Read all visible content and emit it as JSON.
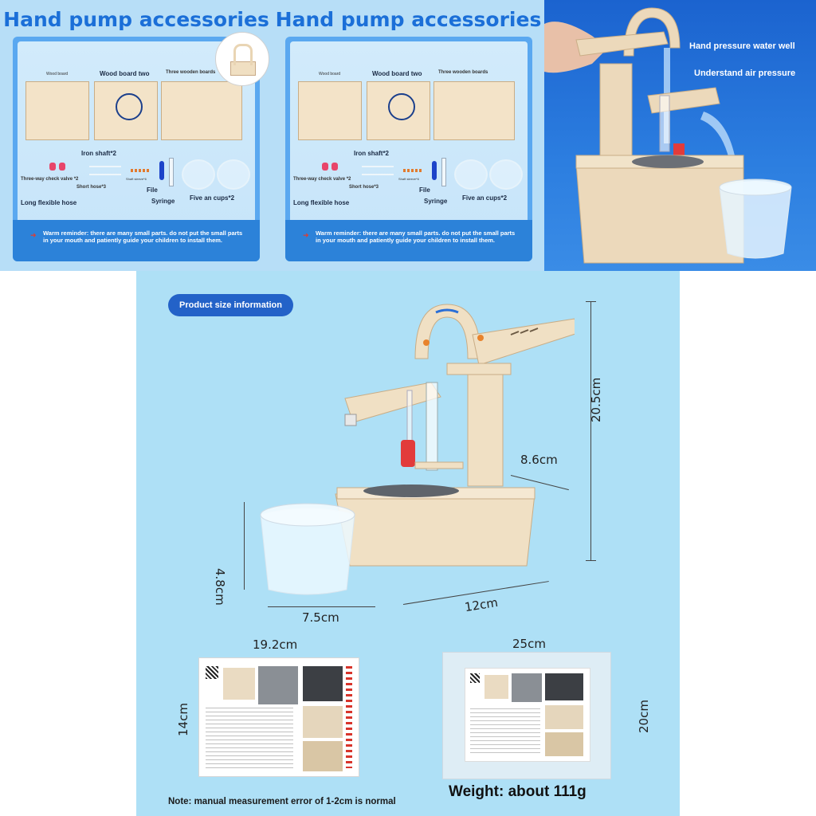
{
  "panels": [
    {
      "title": "Hand pump accessories",
      "labels": {
        "wood_board_small": "Wood board",
        "wood_board_two": "Wood board two",
        "three_wooden_boards": "Three wooden boards",
        "iron_shaft": "Iron shaft*2",
        "three_way_valve": "Three-way check valve *2",
        "short_hose": "Short hose*3",
        "shaft_sleeve": "Shaft sleeve*6",
        "file": "File",
        "syringe": "Syringe",
        "long_hose": "Long flexible hose",
        "cups": "Five an cups*2"
      },
      "reminder": "Warm reminder: there are many small parts. do not put the small parts in your mouth and patiently guide your children to install them."
    },
    {
      "title": "Hand pump accessories",
      "labels": {
        "wood_board_small": "Wood board",
        "wood_board_two": "Wood board two",
        "three_wooden_boards": "Three wooden boards",
        "iron_shaft": "Iron shaft*2",
        "three_way_valve": "Three-way check valve *2",
        "short_hose": "Short hose*3",
        "shaft_sleeve": "Shaft sleeve*6",
        "file": "File",
        "syringe": "Syringe",
        "long_hose": "Long flexible hose",
        "cups": "Five an cups*2"
      },
      "reminder": "Warm reminder: there are many small parts. do not put the small parts in your mouth and patiently guide your children to install them."
    }
  ],
  "photo": {
    "line1": "Hand pressure water well",
    "line2": "Understand air pressure"
  },
  "size": {
    "pill": "Product size information",
    "height": "20.5cm",
    "depth": "8.6cm",
    "cup_height": "4.8cm",
    "cup_width": "7.5cm",
    "width": "12cm",
    "sheet_width": "19.2cm",
    "sheet_height": "14cm",
    "bag_width": "25cm",
    "bag_height": "20cm",
    "note": "Note: manual measurement error of 1-2cm is normal",
    "weight": "Weight: about 111g"
  },
  "colors": {
    "title_blue": "#1b6fd8",
    "panel_bg": "#b7def7",
    "pill_blue": "#2362c8",
    "bottom_bg": "#aee0f6",
    "photo_bg": "#1b63cf"
  }
}
